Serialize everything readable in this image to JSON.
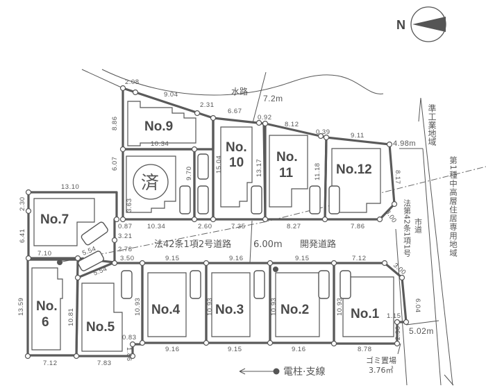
{
  "compass": {
    "label": "N"
  },
  "waterway": {
    "label": "水路",
    "width": "7.2m"
  },
  "road": {
    "designation": "法42条1項2号道路",
    "width": "6.00m",
    "type": "開発道路"
  },
  "city_road": {
    "label_line1": "法第42条1項1号",
    "label_line2": "市道"
  },
  "zones": {
    "north": "準工業地域",
    "south": "第1種中高層住居専用地域"
  },
  "lots": {
    "no1": "No.1",
    "no2": "No.2",
    "no3": "No.3",
    "no4": "No.4",
    "no5": "No.5",
    "no6_a": "No.",
    "no6_b": "6",
    "no7": "No.7",
    "no8_sold": "済",
    "no9": "No.9",
    "no10_a": "No.",
    "no10_b": "10",
    "no11_a": "No.",
    "no11_b": "11",
    "no12": "No.12"
  },
  "dimensions": {
    "top_2_08": "2.08",
    "top_9_04": "9.04",
    "top_2_31": "2.31",
    "top_6_67": "6.67",
    "top_0_92": "0.92",
    "top_8_12": "8.12",
    "top_0_39": "0.39",
    "top_9_11": "9.11",
    "right_4_98": "4.98m",
    "right_8_17": "8.17",
    "right_3_00": "3.00",
    "no9_left_8_86": "8.86",
    "no9_bottom_10_34": "10.34",
    "no8_left_6_07": "6.07",
    "no8_right_9_70": "9.70",
    "no8_inner_3_63": "3.63",
    "no8_bottom_10_34": "10.34",
    "no10_left_15_04": "15.04",
    "no10_right_13_17": "13.17",
    "no11_right_11_18": "11.18",
    "no7_top_13_10": "13.10",
    "no7_left_2_30": "2.30",
    "no7_left_6_41": "6.41",
    "no7_bottom_7_10": "7.10",
    "diag_5_54_a": "5.54",
    "diag_5_54_b": "5.54",
    "road_0_87": "0.87",
    "road_3_21": "3.21",
    "road_2_78": "2.78",
    "road_2_60": "2.60",
    "road_7_35": "7.35",
    "road_8_27": "8.27",
    "road_7_86": "7.86",
    "south_top_3_50": "3.50",
    "south_top_9_15_a": "9.15",
    "south_top_9_16": "9.16",
    "south_top_9_15_b": "9.15",
    "south_top_7_12": "7.12",
    "south_3_00": "3.00",
    "no6_left_13_59": "13.59",
    "no6_right_10_81": "10.81",
    "no5_right_10_93": "10.93",
    "no4_right_10_93": "10.93",
    "no3_right_10_93": "10.93",
    "no2_right_10_93": "10.93",
    "no1_6_04": "6.04",
    "no1_1_15": "1.15",
    "no1_2_90": "2.90",
    "no5_0_83": "0.83",
    "no5_1_86": "1.86",
    "bottom_7_12": "7.12",
    "bottom_7_83": "7.83",
    "bottom_9_16_a": "9.16",
    "bottom_9_15": "9.15",
    "bottom_9_16_b": "9.16",
    "bottom_8_78": "8.78",
    "bottom_road_5_02": "5.02m"
  },
  "garbage": {
    "label": "ゴミ置場",
    "area": "3.76㎡"
  },
  "legend": {
    "pole_label": "電柱·支線"
  }
}
